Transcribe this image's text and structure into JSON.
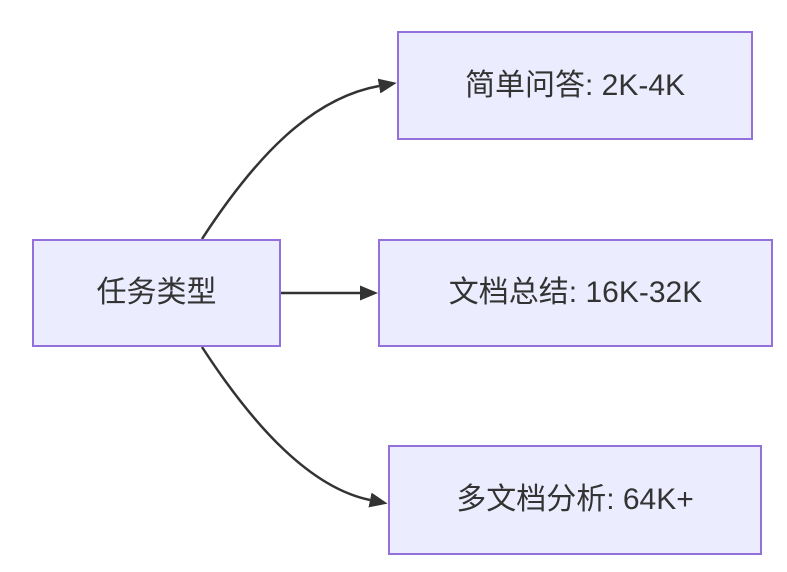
{
  "diagram": {
    "type": "flowchart-left-to-right",
    "root": {
      "label": "任务类型"
    },
    "children": [
      {
        "label": "简单问答: 2K-4K"
      },
      {
        "label": "文档总结: 16K-32K"
      },
      {
        "label": "多文档分析: 64K+"
      }
    ],
    "colors": {
      "background": "#ffffff",
      "node_fill": "#ECECFF",
      "node_border": "#9370DB",
      "edge": "#333333",
      "text": "#333333"
    }
  }
}
